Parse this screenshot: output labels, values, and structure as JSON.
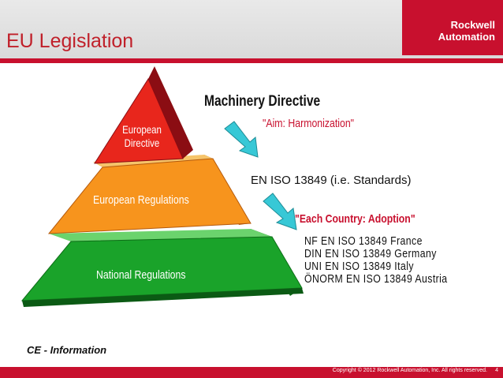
{
  "header": {
    "title": "EU Legislation",
    "logo_line1": "Rockwell",
    "logo_line2": "Automation"
  },
  "diagram": {
    "levels": [
      {
        "label": "European Directive",
        "color": "#e8261c"
      },
      {
        "label": "European Regulations",
        "color": "#f7941d"
      },
      {
        "label": "National Regulations",
        "color": "#1aa32a"
      }
    ],
    "machinery_directive": "Machinery Directive",
    "aim": "\"Aim: Harmonization\"",
    "standard": "EN ISO 13849 (i.e. Standards)",
    "each_country": "\"Each Country: Adoption\"",
    "country_standards": [
      "NF EN ISO 13849 France",
      "DIN EN ISO  13849 Germany",
      "UNI EN ISO 13849 Italy",
      "ÖNORM EN ISO 13849 Austria"
    ]
  },
  "footer": {
    "section": "CE - Information",
    "copyright": "Copyright © 2012 Rockwell Automation, Inc. All rights reserved.",
    "page": "4"
  },
  "colors": {
    "brand_red": "#c8102e",
    "arrow": "#37c8d6"
  }
}
